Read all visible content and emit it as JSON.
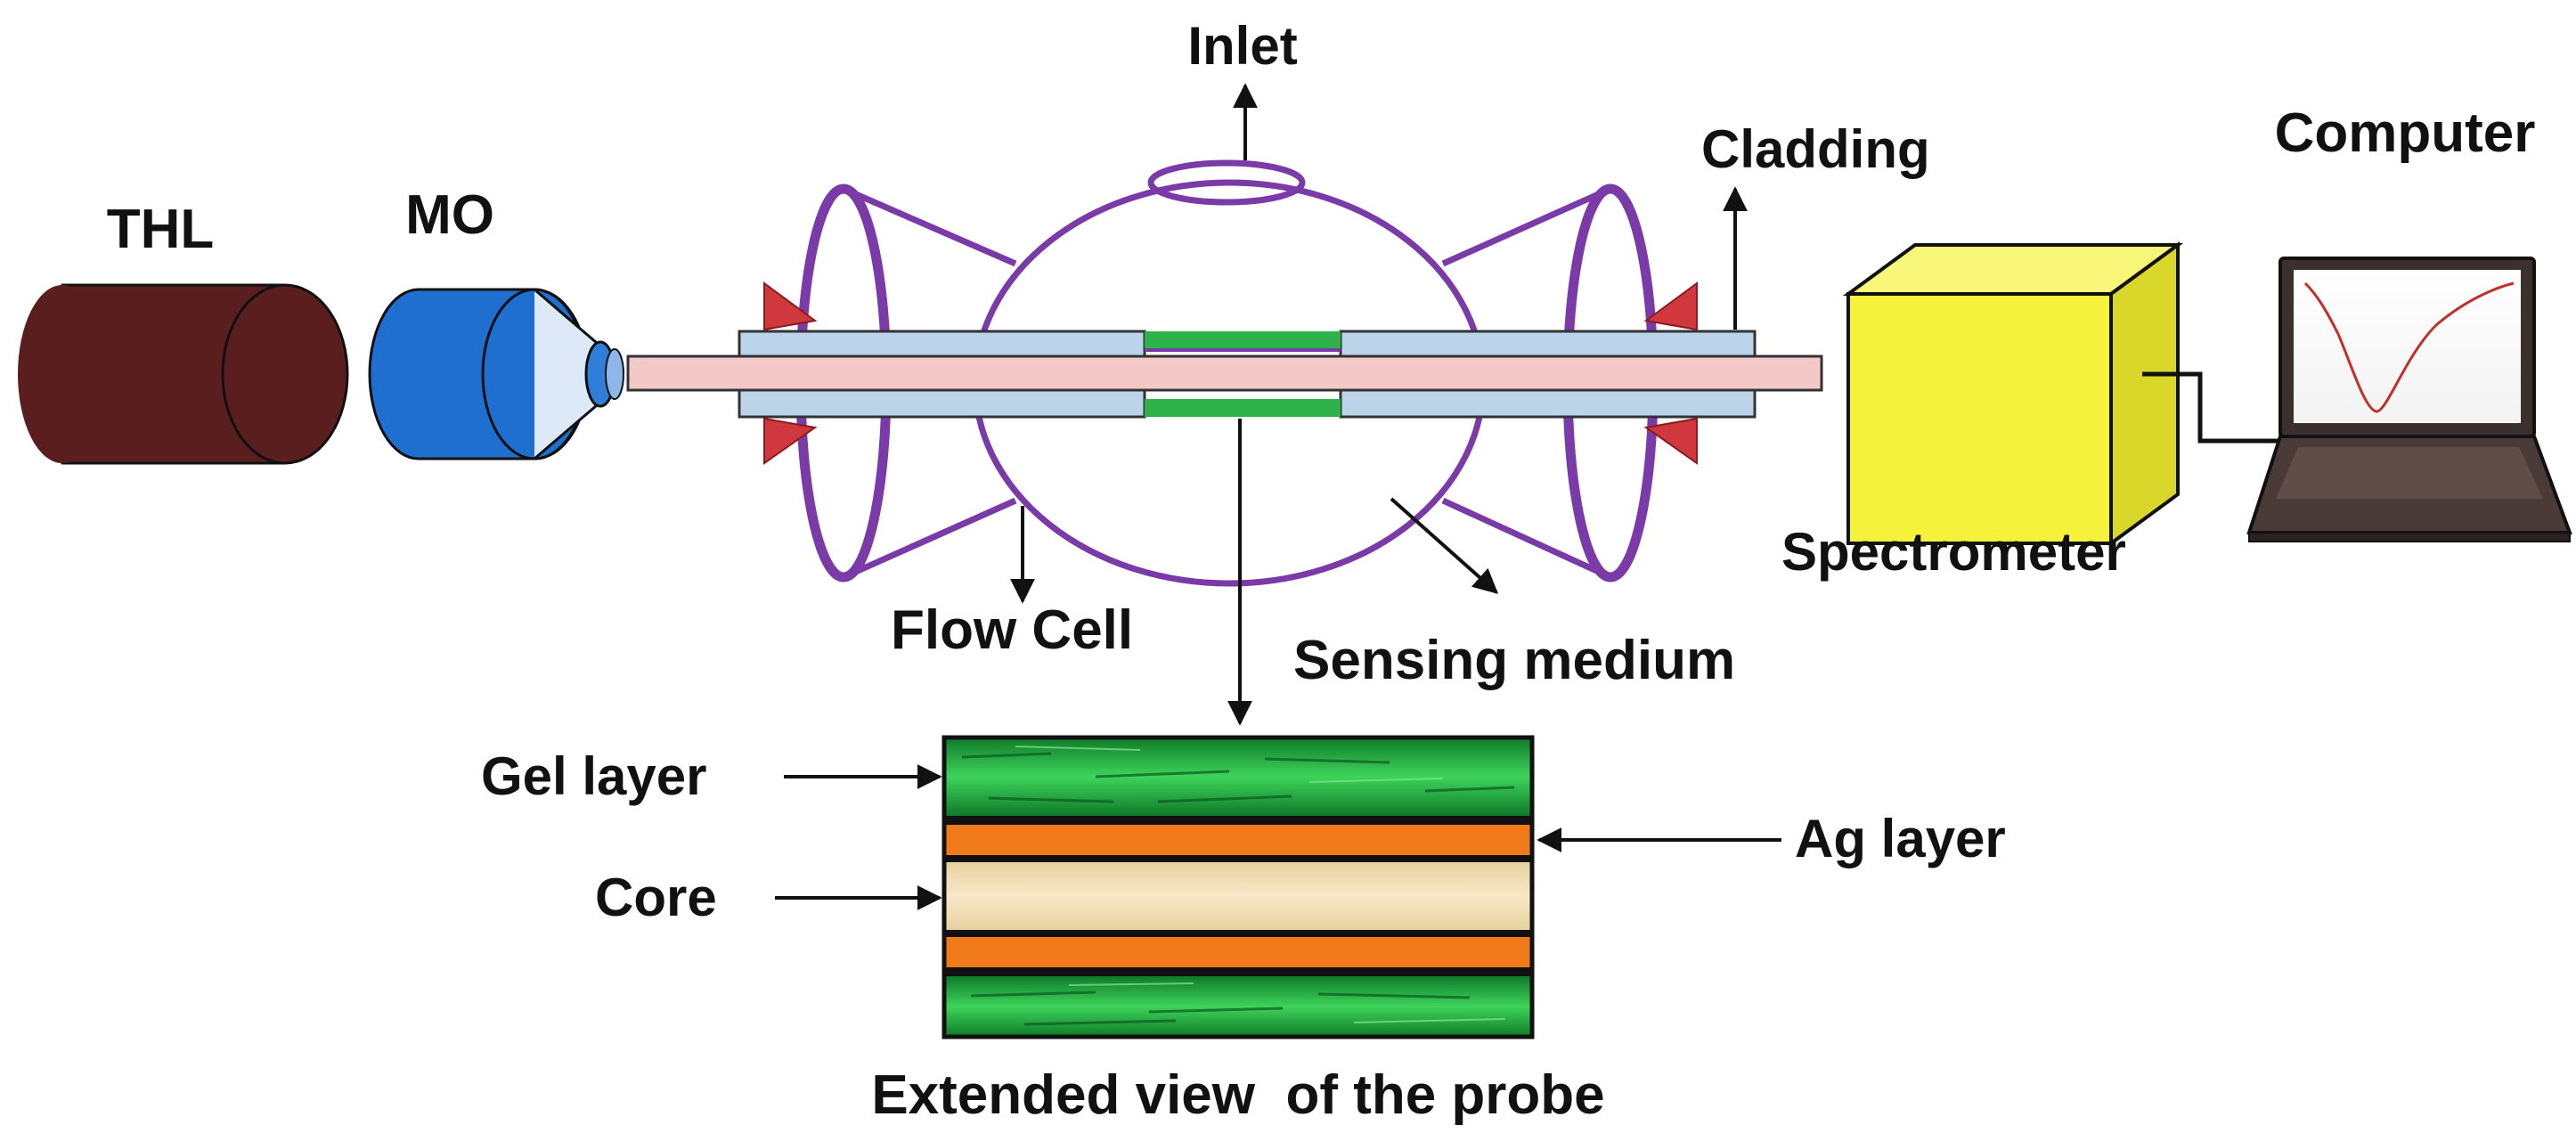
{
  "labels": {
    "thl": "THL",
    "mo": "MO",
    "inlet": "Inlet",
    "cladding": "Cladding",
    "computer": "Computer",
    "spectrometer": "Spectrometer",
    "flow_cell": "Flow Cell",
    "sensing_medium": "Sensing medium",
    "gel_layer": "Gel layer",
    "ag_layer": "Ag layer",
    "core": "Core",
    "extended_view": "Extended view  of the probe"
  },
  "colors": {
    "thl_body": "#5a1e1e",
    "mo_body": "#1f6fd0",
    "flow_cell": "#7a3aa8",
    "cladding_fill": "#bcd4ea",
    "core_fill": "#f2c9c6",
    "cone_red": "#d0383d",
    "spectrometer": "#f4f23a",
    "gel_green": "#1fa33a",
    "ag_orange": "#f07a1a",
    "core_beige": "#f1dfb5",
    "laptop_dark": "#3a3030",
    "curve_red": "#c0302a"
  }
}
